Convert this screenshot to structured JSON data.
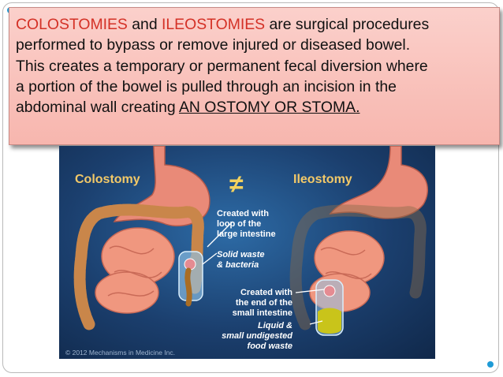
{
  "callout": {
    "term1": "COLOSTOMIES",
    "and": "and",
    "term2": "ILEOSTOMIES",
    "rest1": "are surgical procedures",
    "line2": "performed to bypass or remove injured or diseased bowel.",
    "line3": "This creates a temporary or permanent fecal diversion where",
    "line4": "a portion of the bowel is pulled through an incision in the",
    "line5_prefix": "abdominal wall creating",
    "line5_emph": "AN OSTOMY OR STOMA."
  },
  "illustration": {
    "label_left": "Colostomy",
    "symbol": "≠",
    "label_right": "Ileostomy",
    "ann1": [
      "Created with",
      "loop of the",
      "large intestine"
    ],
    "ann2": [
      "Solid waste",
      "& bacteria"
    ],
    "ann3": [
      "Created with",
      "the end of the",
      "small intestine"
    ],
    "ann4": [
      "Liquid &",
      "small undigested",
      "food waste"
    ],
    "copyright": "© 2012 Mechanisms in Medicine Inc."
  },
  "colors": {
    "highlight": "#d43126",
    "callout_bg": "#f7b6ae",
    "accent_dot": "#1f9bd6"
  }
}
